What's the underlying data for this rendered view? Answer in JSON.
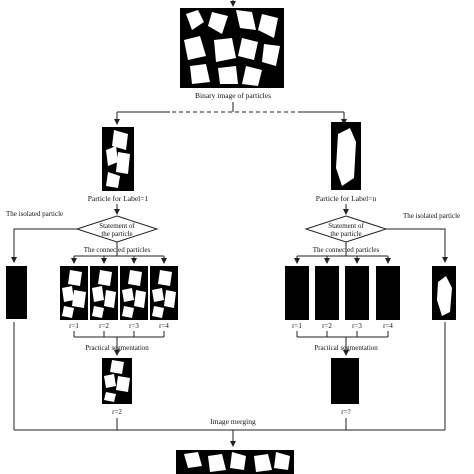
{
  "top_label": "Binary image of particles",
  "left_branch": {
    "particle_label": "Particle for Label=1",
    "isolated_label": "The isolated particle",
    "decision_label_line1": "Statement of",
    "decision_label_line2": "the particle",
    "connected_label": "The connected particles",
    "r_labels": [
      "r=1",
      "r=2",
      "r=3",
      "r=4"
    ],
    "segmentation_label": "Practical segmentation",
    "result_label": "r=2"
  },
  "right_branch": {
    "particle_label": "Particle for Label=n",
    "isolated_label": "The isolated particle",
    "decision_label_line1": "Statement of",
    "decision_label_line2": "the particle",
    "connected_label": "The connected particles",
    "r_labels": [
      "r=1",
      "r=2",
      "r=3",
      "r=4"
    ],
    "segmentation_label": "Practical segmentation",
    "result_label": "r=?"
  },
  "merge_label": "Image merging"
}
